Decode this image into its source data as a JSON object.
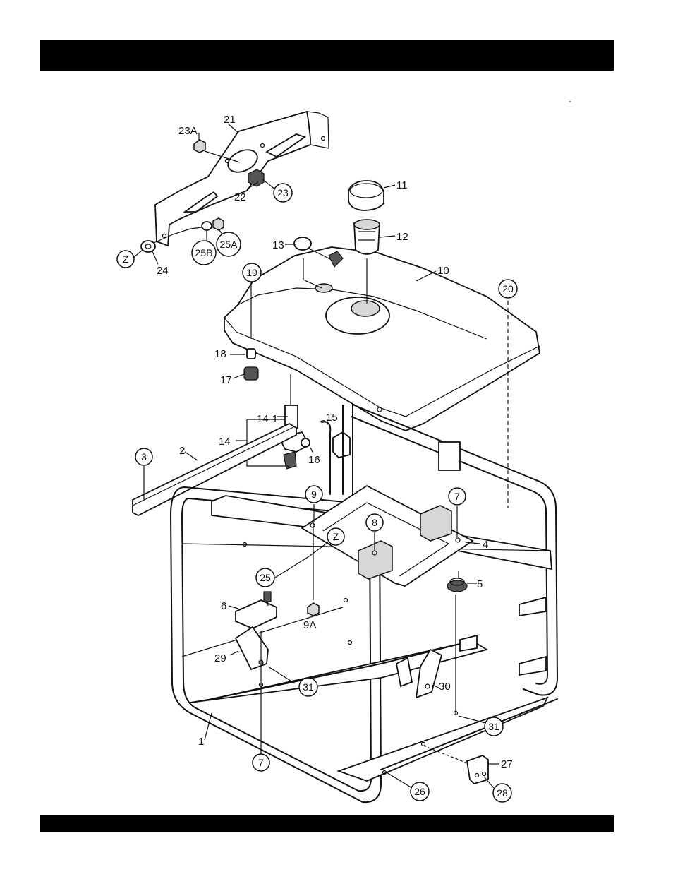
{
  "page": {
    "top_bar_text": "",
    "corner_mark": "-"
  },
  "callouts": [
    {
      "id": "c3",
      "text": "3",
      "circled": true
    },
    {
      "id": "c7a",
      "text": "7",
      "circled": true
    },
    {
      "id": "c7b",
      "text": "7",
      "circled": true
    },
    {
      "id": "c8",
      "text": "8",
      "circled": true
    },
    {
      "id": "c9",
      "text": "9",
      "circled": true
    },
    {
      "id": "c19",
      "text": "19",
      "circled": true
    },
    {
      "id": "c20",
      "text": "20",
      "circled": true
    },
    {
      "id": "c23",
      "text": "23",
      "circled": true
    },
    {
      "id": "c25",
      "text": "25",
      "circled": true
    },
    {
      "id": "c25A",
      "text": "25A",
      "circled": true
    },
    {
      "id": "c25B",
      "text": "25B",
      "circled": true
    },
    {
      "id": "c26",
      "text": "26",
      "circled": true
    },
    {
      "id": "c28",
      "text": "28",
      "circled": true
    },
    {
      "id": "c31a",
      "text": "31",
      "circled": true
    },
    {
      "id": "c31b",
      "text": "31",
      "circled": true
    },
    {
      "id": "cZa",
      "text": "Z",
      "circled": true
    },
    {
      "id": "cZb",
      "text": "Z",
      "circled": true
    }
  ],
  "labels": {
    "l1": "1",
    "l2": "2",
    "l4": "4",
    "l5": "5",
    "l6": "6",
    "l9A": "9A",
    "l10": "10",
    "l11": "11",
    "l12": "12",
    "l13": "13",
    "l14": "14",
    "l14_1": "14-1",
    "l15": "15",
    "l16": "16",
    "l17": "17",
    "l18": "18",
    "l21": "21",
    "l22": "22",
    "l23A": "23A",
    "l24": "24",
    "l27": "27",
    "l29": "29",
    "l30": "30"
  }
}
